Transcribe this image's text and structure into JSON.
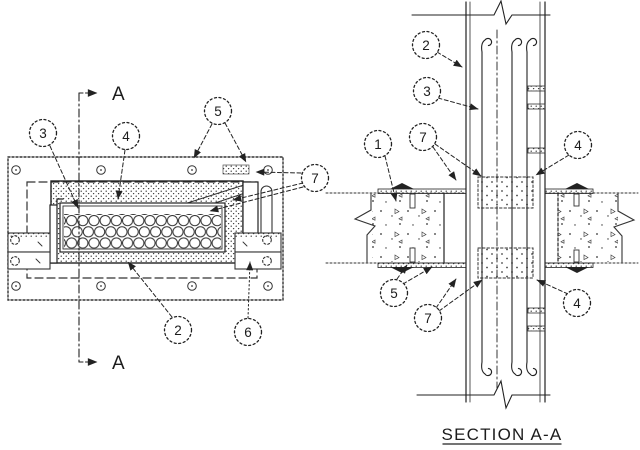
{
  "plan_view": {
    "cut_label_top": "A",
    "cut_label_bottom": "A",
    "callout_3": "3",
    "callout_4": "4",
    "callout_5": "5",
    "callout_7": "7",
    "callout_2": "2",
    "callout_6": "6"
  },
  "section_view": {
    "title": "SECTION A-A",
    "callout_1": "1",
    "callout_2": "2",
    "callout_3": "3",
    "callout_7_top": "7",
    "callout_4_top": "4",
    "callout_5": "5",
    "callout_7_bottom": "7",
    "callout_4_bottom": "4"
  },
  "colors": {
    "ink": "#222222",
    "paper": "#ffffff"
  }
}
